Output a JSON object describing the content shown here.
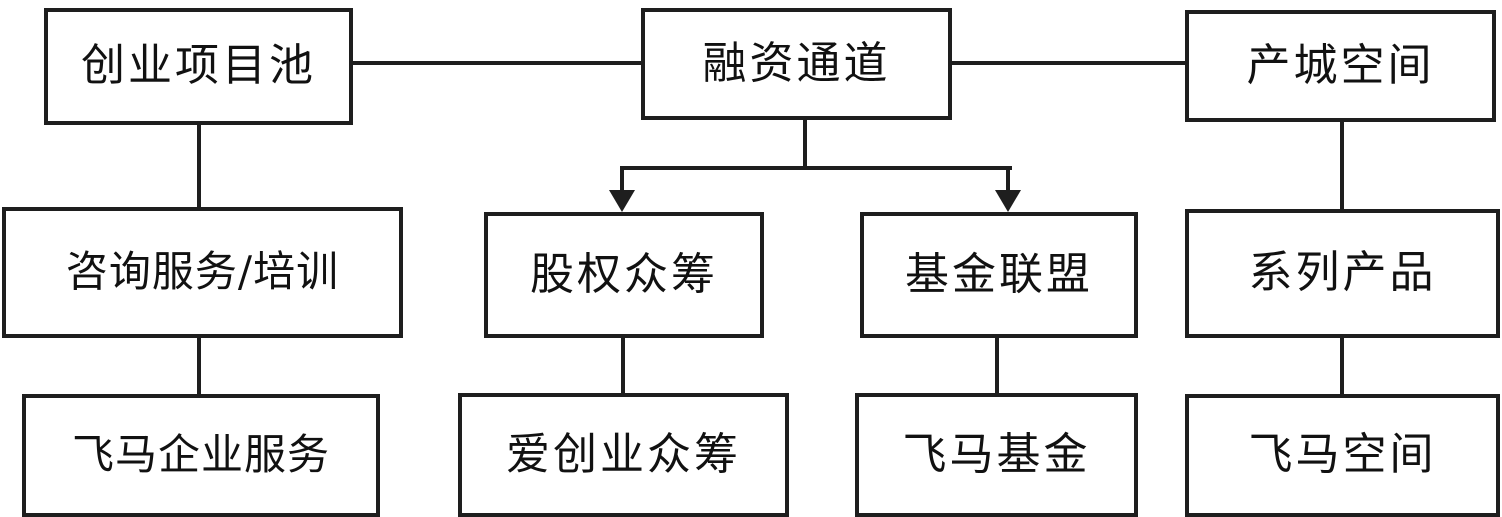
{
  "diagram": {
    "title": "",
    "type": "org-flow-chart",
    "line_color": "#1e1e1e",
    "box_fill": "#ffffff",
    "text_color": "#111111",
    "nodes": [
      {
        "id": "n1",
        "label": "创业项目池",
        "row": 1,
        "column": 1
      },
      {
        "id": "n2",
        "label": "融资通道",
        "row": 1,
        "column": 2
      },
      {
        "id": "n3",
        "label": "产城空间",
        "row": 1,
        "column": 4
      },
      {
        "id": "n4",
        "label": "咨询服务/培训",
        "row": 2,
        "column": 1
      },
      {
        "id": "n5",
        "label": "股权众筹",
        "row": 2,
        "column": 2
      },
      {
        "id": "n6",
        "label": "基金联盟",
        "row": 2,
        "column": 3
      },
      {
        "id": "n7",
        "label": "系列产品",
        "row": 2,
        "column": 4
      },
      {
        "id": "n8",
        "label": "飞马企业服务",
        "row": 3,
        "column": 1
      },
      {
        "id": "n9",
        "label": "爱创业众筹",
        "row": 3,
        "column": 2
      },
      {
        "id": "n10",
        "label": "飞马基金",
        "row": 3,
        "column": 3
      },
      {
        "id": "n11",
        "label": "飞马空间",
        "row": 3,
        "column": 4
      }
    ],
    "connectors": [
      {
        "from": "n1",
        "to": "n2",
        "style": "plain",
        "orientation": "horizontal"
      },
      {
        "from": "n2",
        "to": "n3",
        "style": "plain",
        "orientation": "horizontal"
      },
      {
        "from": "n1",
        "to": "n4",
        "style": "plain",
        "orientation": "vertical"
      },
      {
        "from": "n4",
        "to": "n8",
        "style": "plain",
        "orientation": "vertical"
      },
      {
        "from": "n2",
        "to": "n5",
        "style": "arrow",
        "orientation": "vertical"
      },
      {
        "from": "n2",
        "to": "n6",
        "style": "arrow",
        "orientation": "vertical"
      },
      {
        "from": "n5",
        "to": "n9",
        "style": "plain",
        "orientation": "vertical"
      },
      {
        "from": "n6",
        "to": "n10",
        "style": "plain",
        "orientation": "vertical"
      },
      {
        "from": "n3",
        "to": "n7",
        "style": "plain",
        "orientation": "vertical"
      },
      {
        "from": "n7",
        "to": "n11",
        "style": "plain",
        "orientation": "vertical"
      }
    ]
  }
}
